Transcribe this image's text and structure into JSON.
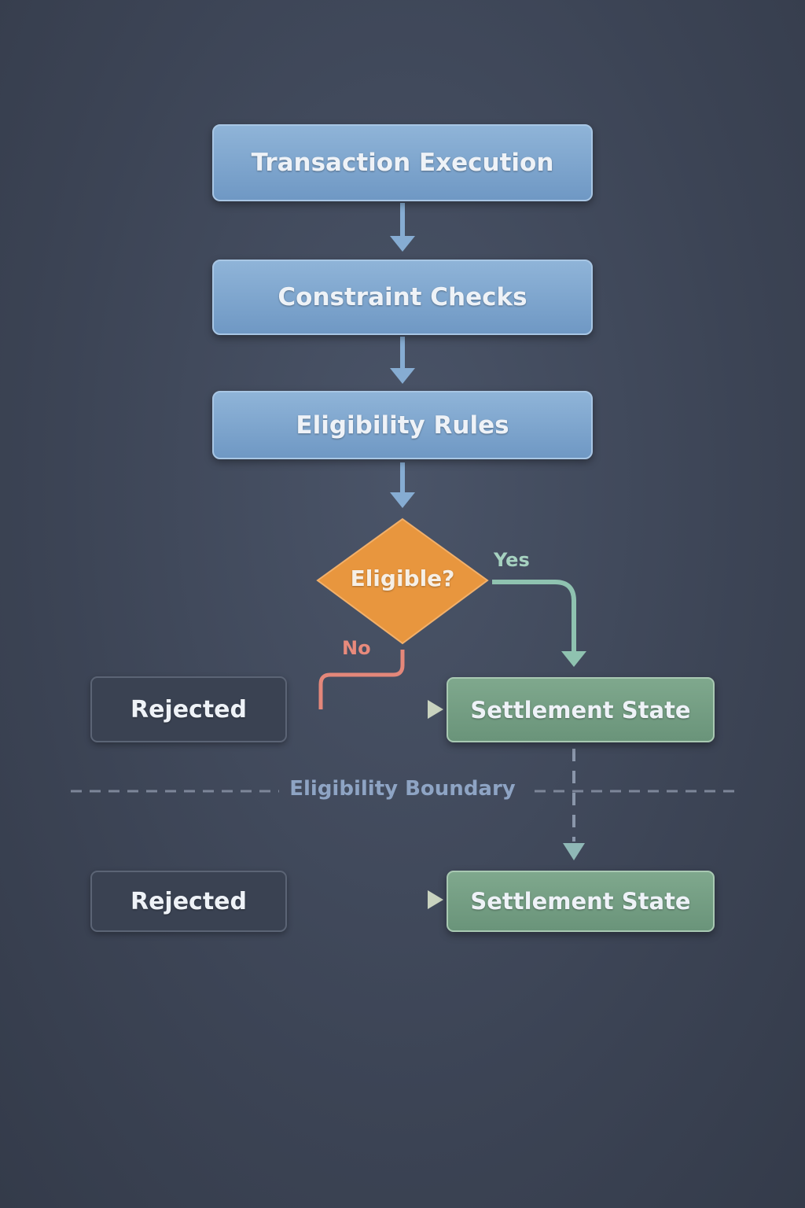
{
  "diagram": {
    "steps": [
      {
        "id": "transaction-execution",
        "label": "Transaction Execution"
      },
      {
        "id": "constraint-checks",
        "label": "Constraint Checks"
      },
      {
        "id": "eligibility-rules",
        "label": "Eligibility Rules"
      }
    ],
    "decision": {
      "label": "Eligible?",
      "yes_label": "Yes",
      "no_label": "No"
    },
    "upper_row": {
      "rejected": "Rejected",
      "settlement": "Settlement State"
    },
    "boundary_label": "Eligibility Boundary",
    "lower_row": {
      "rejected": "Rejected",
      "settlement": "Settlement State"
    },
    "colors": {
      "process_blue": "#7ea6ce",
      "decision_orange": "#e8963e",
      "settlement_green": "#74a083",
      "rejected_dark": "#3a4252",
      "yes_path": "#8fc2b0",
      "no_path": "#e07a6e",
      "boundary_text": "#8ea4c4"
    }
  }
}
